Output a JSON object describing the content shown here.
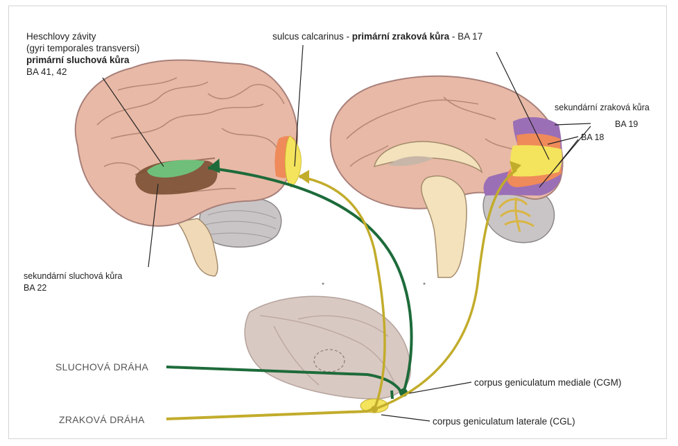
{
  "labels": {
    "heschl_line1": "Heschlovy závity",
    "heschl_line2": "(gyri temporales transversi)",
    "heschl_line3": "primární sluchová kůra",
    "heschl_line4": "BA 41, 42",
    "calcarine_prefix": "sulcus calcarinus - ",
    "calcarine_bold": "primární zraková kůra",
    "calcarine_suffix": " - BA 17",
    "secondary_visual": "sekundární zraková kůra",
    "ba19": "BA 19",
    "ba18": "BA 18",
    "secondary_auditory_line1": "sekundární sluchová kůra",
    "secondary_auditory_line2": "BA 22",
    "auditory_pathway": "SLUCHOVÁ DRÁHA",
    "visual_pathway": "ZRAKOVÁ DRÁHA",
    "cgm": "corpus geniculatum mediale (CGM)",
    "cgl": "corpus geniculatum laterale (CGL)"
  },
  "colors": {
    "auditory_path": "#1d6b3a",
    "visual_path": "#c2ac2b",
    "brain": "#e8b9a6",
    "brain_outline": "#a8807a",
    "primary_auditory": "#6fbf7a",
    "secondary_auditory": "#7a5034",
    "ba17": "#f4e35c",
    "ba18": "#ef8a5a",
    "ba19": "#9b6fb6",
    "thalamus": "#d9c9c3"
  }
}
